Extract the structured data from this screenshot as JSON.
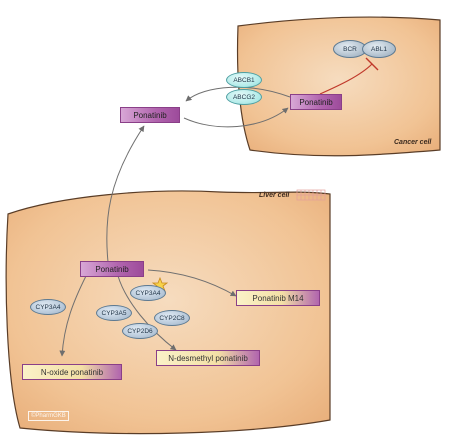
{
  "cancer_cell": {
    "label": "Cancer cell",
    "ponatinib": "Ponatinib",
    "transporters": [
      "ABCB1",
      "ABCG2"
    ],
    "target": [
      "BCR",
      "ABL1"
    ]
  },
  "plasma_drug": "Ponatinib",
  "liver_cell": {
    "label": "Liver cell",
    "ponatinib": "Ponatinib",
    "enzymes": {
      "cyp3a4_left": "CYP3A4",
      "cyp3a5": "CYP3A5",
      "cyp3a4_center": "CYP3A4",
      "cyp2c8": "CYP2C8",
      "cyp2d6": "CYP2D6"
    },
    "metabolites": {
      "m14": "Ponatinib M14",
      "n_desmethyl": "N-desmethyl ponatinib",
      "n_oxide": "N-oxide ponatinib"
    }
  },
  "watermark": "©PharmGKB",
  "colors": {
    "cell_fill": "#f3c79e",
    "cell_border": "#5a3d27",
    "drug_purple": "#b165ae",
    "inhibition": "#c0392b",
    "arrow": "#707070"
  }
}
